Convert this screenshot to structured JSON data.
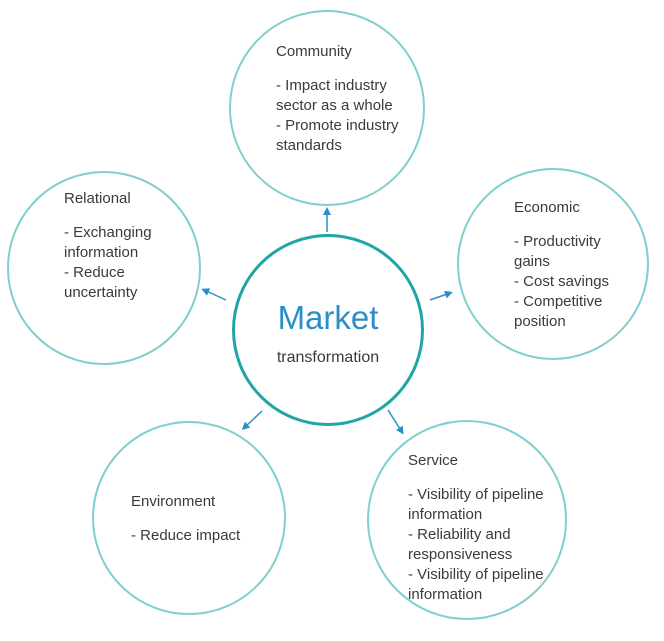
{
  "center": {
    "title": "Market",
    "subtitle": "transformation"
  },
  "nodes": {
    "community": {
      "title": "Community",
      "items": [
        "- Impact industry sector as a whole",
        "- Promote industry standards"
      ]
    },
    "economic": {
      "title": "Economic",
      "items": [
        "- Productivity gains",
        "- Cost savings",
        "- Competitive position"
      ]
    },
    "service": {
      "title": "Service",
      "items": [
        "- Visibility of pipeline information",
        "- Reliability and responsiveness",
        "- Visibility of pipeline information"
      ]
    },
    "environment": {
      "title": "Environment",
      "items": [
        "- Reduce impact"
      ]
    },
    "relational": {
      "title": "Relational",
      "items": [
        "- Exchanging information",
        "- Reduce uncertainty"
      ]
    }
  },
  "colors": {
    "center_border": "#1fa5a8",
    "node_border": "#7fcfcf",
    "arrow": "#2b8fc7",
    "center_title": "#2b8fc7"
  }
}
